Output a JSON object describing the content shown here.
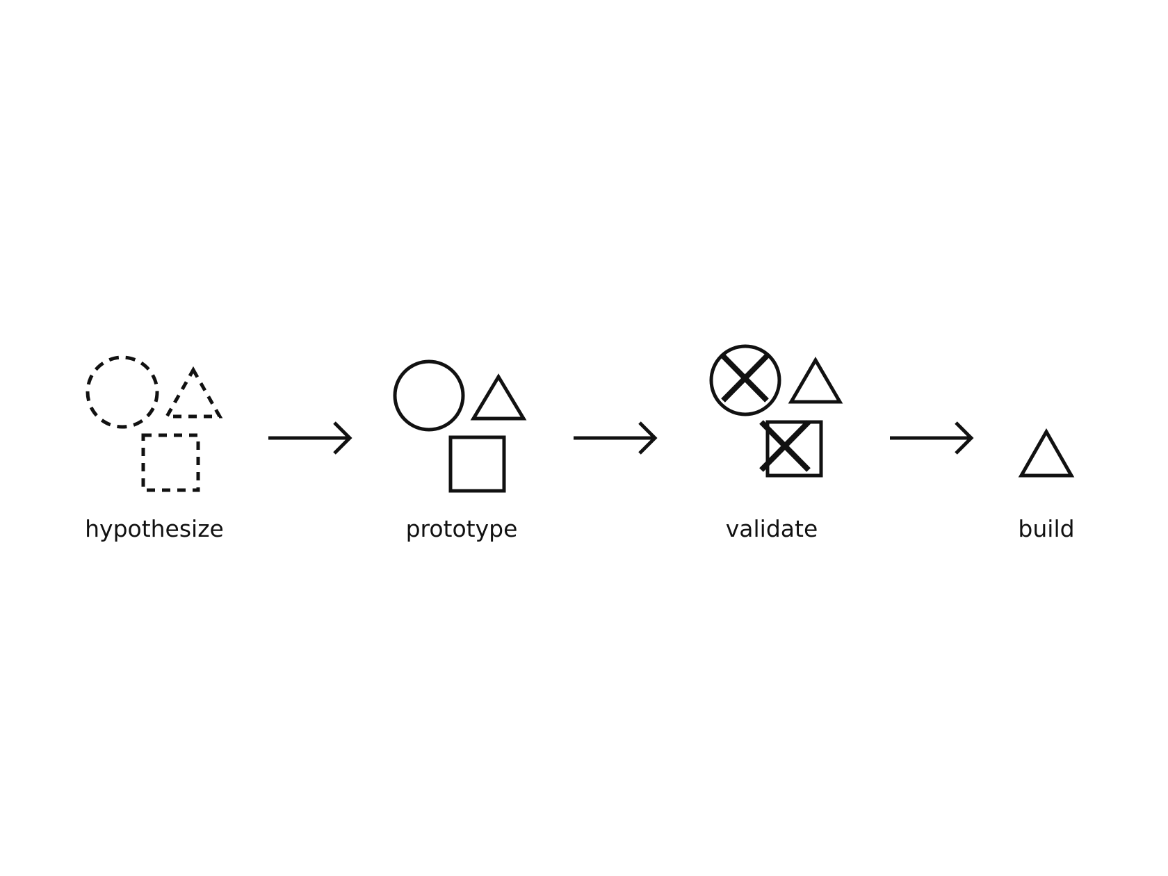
{
  "colors": {
    "ink": "#111111",
    "background": "#ffffff"
  },
  "stages": [
    {
      "label": "hypothesize",
      "shapes": [
        "dashed-circle",
        "dashed-triangle",
        "dashed-square"
      ]
    },
    {
      "label": "prototype",
      "shapes": [
        "circle",
        "triangle",
        "square"
      ]
    },
    {
      "label": "validate",
      "shapes": [
        "crossed-circle",
        "triangle",
        "crossed-square"
      ]
    },
    {
      "label": "build",
      "shapes": [
        "triangle"
      ]
    }
  ],
  "connectors": [
    "arrow-right-icon",
    "arrow-right-icon",
    "arrow-right-icon"
  ]
}
